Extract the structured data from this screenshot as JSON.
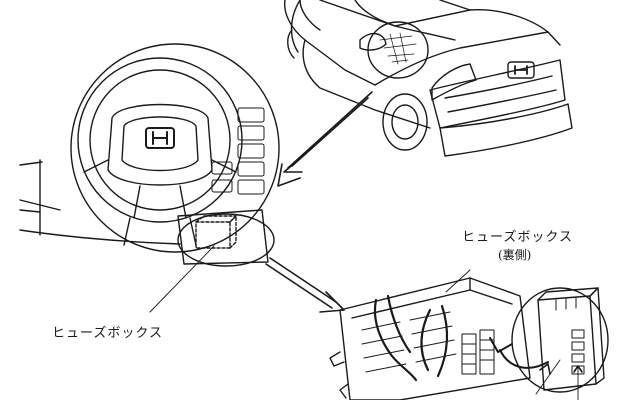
{
  "labels": {
    "fuse_box_left": "ヒューズボックス",
    "fuse_box_right": "ヒューズボックス",
    "fuse_box_back": "(裏側)"
  },
  "colors": {
    "ink": "#1a1a1a",
    "background": "#ffffff"
  },
  "icons": [
    "honda-logo-icon",
    "steering-wheel-icon",
    "car-front-icon",
    "fuse-box-icon",
    "rotate-arrow-icon"
  ]
}
